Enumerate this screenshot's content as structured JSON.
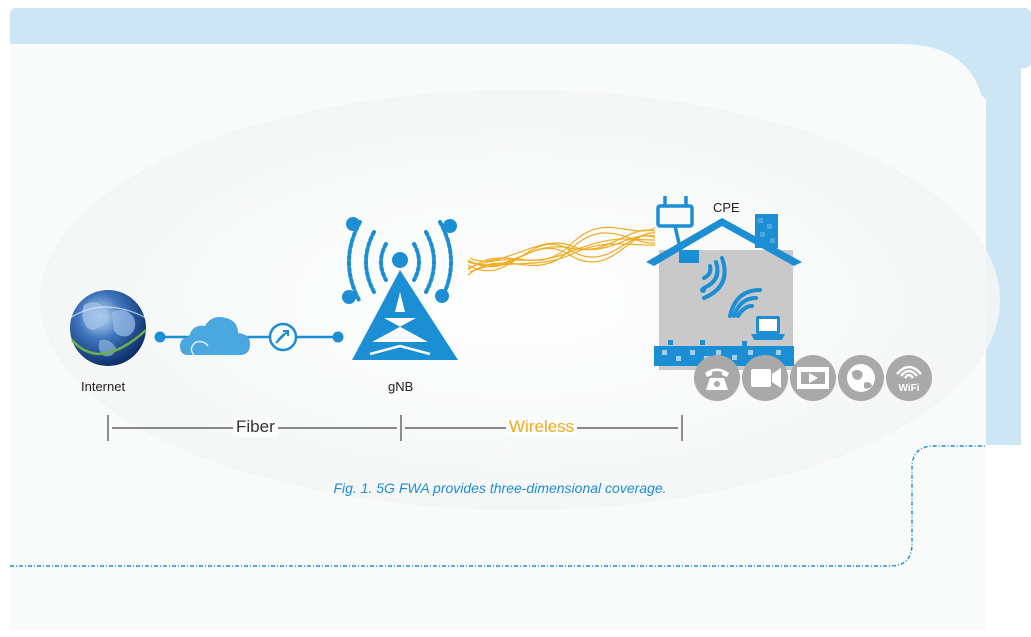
{
  "labels": {
    "internet": "Internet",
    "gnb": "gNB",
    "cpe": "CPE",
    "fiber": "Fiber",
    "wireless": "Wireless"
  },
  "caption": "Fig. 1. 5G FWA provides three-dimensional coverage.",
  "service_icons": [
    "phone-icon",
    "video-camera-icon",
    "video-play-icon",
    "web-globe-icon",
    "wifi-icon"
  ],
  "service_icon_text": {
    "wifi": "WiFi"
  },
  "colors": {
    "accent_blue": "#1c8ed3",
    "light_blue_band": "#cde6f5",
    "wireless_orange": "#f0aa1e",
    "house_gray": "#c9c9c9",
    "service_icon_gray": "#a9a9a9",
    "background": "#f9fafa"
  }
}
